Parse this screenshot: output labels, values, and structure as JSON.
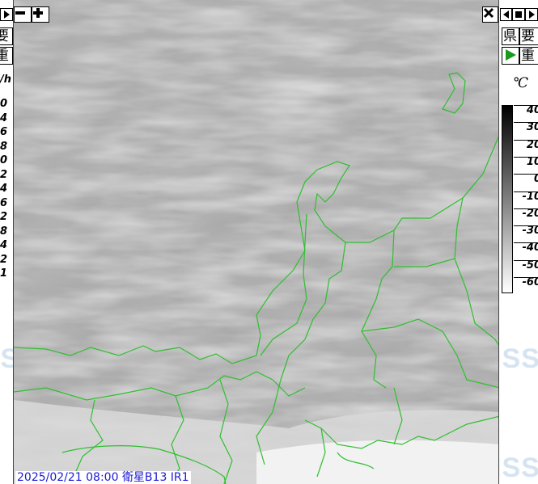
{
  "watermark": "ISS",
  "left_panel": {
    "toggle_icon": "chevron-right-icon",
    "kanji_items": [
      {
        "label": "要"
      },
      {
        "label": "重"
      }
    ],
    "unit_fragment": "/h",
    "scale_fragments": [
      "0",
      "4",
      "6",
      "8",
      "0",
      "2",
      "4",
      "6",
      "2",
      "8",
      "4",
      "2",
      "1"
    ]
  },
  "map": {
    "zoom_out_icon": "minus-icon",
    "zoom_in_icon": "plus-icon",
    "close_icon": "close-icon",
    "footer_label": "2025/02/21 08:00 衛星B13 IR1",
    "border_color": "#2fbf2f"
  },
  "right_panel": {
    "prev_icon": "chevron-left-icon",
    "stop_icon": "stop-square-icon",
    "next_icon": "chevron-right-icon",
    "prefecture_label": "県",
    "warning_label": "要",
    "play_icon": "play-triangle-icon",
    "severe_label": "重",
    "unit": "℃",
    "scale_labels": [
      "40",
      "30",
      "20",
      "10",
      "0",
      "-10",
      "-20",
      "-30",
      "-40",
      "-50",
      "-60"
    ],
    "play_color": "#1a9a1a"
  }
}
